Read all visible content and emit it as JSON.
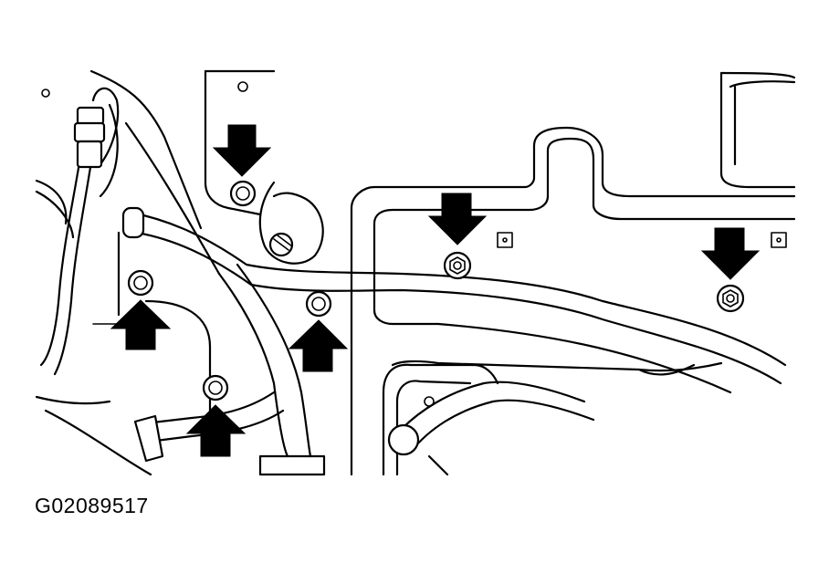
{
  "figure": {
    "code": "G02089517"
  },
  "callouts": [
    {
      "id": "arrow-top-center-left",
      "direction": "down",
      "target": "bolt"
    },
    {
      "id": "arrow-top-center",
      "direction": "down",
      "target": "nut"
    },
    {
      "id": "arrow-right",
      "direction": "down",
      "target": "nut"
    },
    {
      "id": "arrow-left",
      "direction": "up",
      "target": "bolt"
    },
    {
      "id": "arrow-center",
      "direction": "up",
      "target": "bolt"
    },
    {
      "id": "arrow-bottom-left",
      "direction": "up",
      "target": "bolt"
    }
  ]
}
